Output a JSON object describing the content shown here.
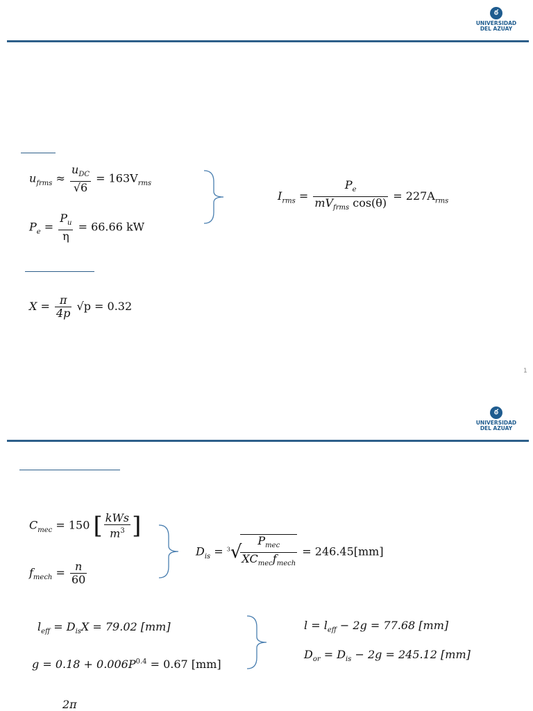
{
  "slide1": {
    "logo": {
      "line1": "UNIVERSIDAD",
      "line2": "DEL AZUAY"
    },
    "eq_ufrms": {
      "lhs": "u",
      "lhs_sub": "frms",
      "approx": "≈",
      "num": "u",
      "num_sub": "DC",
      "den": "√6",
      "result": "= 163V",
      "result_sub": "rms"
    },
    "eq_pe": {
      "lhs": "P",
      "lhs_sub": "e",
      "num": "P",
      "num_sub": "u",
      "den": "η",
      "result": "= 66.66 kW"
    },
    "eq_irms": {
      "lhs": "I",
      "lhs_sub": "rms",
      "num": "P",
      "num_sub": "e",
      "den_a": "mV",
      "den_sub": "frms",
      "den_b": " cos(θ)",
      "result": "= 227A",
      "result_sub": "rms"
    },
    "eq_x": {
      "lhs": "X =",
      "num": "π",
      "den": "4p",
      "rest": "√p = 0.32"
    },
    "page_number": "1"
  },
  "slide2": {
    "logo": {
      "line1": "UNIVERSIDAD",
      "line2": "DEL AZUAY"
    },
    "eq_cmec": {
      "lhs": "C",
      "lhs_sub": "mec",
      "value": "= 150",
      "num": "kWs",
      "den": "m",
      "den_sup": "3"
    },
    "eq_fmech": {
      "lhs": "f",
      "lhs_sub": "mech",
      "num": "n",
      "den": "60"
    },
    "eq_dis": {
      "lhs": "D",
      "lhs_sub": "is",
      "root_index": "3",
      "num": "P",
      "num_sub": "mec",
      "den_a": "XC",
      "den_sub1": "mec",
      "den_b": "f",
      "den_sub2": "mech",
      "result": "= 246.45[mm]"
    },
    "eq_leff": {
      "lhs": "l",
      "lhs_sub": "eff",
      "mid": "= D",
      "mid_sub": "is",
      "rest": "X = 79.02 [mm]"
    },
    "eq_g": {
      "text": "g = 0.18 + 0.006P",
      "sup": "0.4",
      "rest": " = 0.67 [mm]"
    },
    "eq_l": {
      "lhs": "l = l",
      "lhs_sub": "eff",
      "rest": " − 2g = 77.68 [mm]"
    },
    "eq_dor": {
      "lhs": "D",
      "lhs_sub": "or",
      "mid": " = D",
      "mid_sub": "is",
      "rest": " − 2g = 245.12 [mm]"
    },
    "eq_partial": {
      "text": "2π"
    }
  }
}
